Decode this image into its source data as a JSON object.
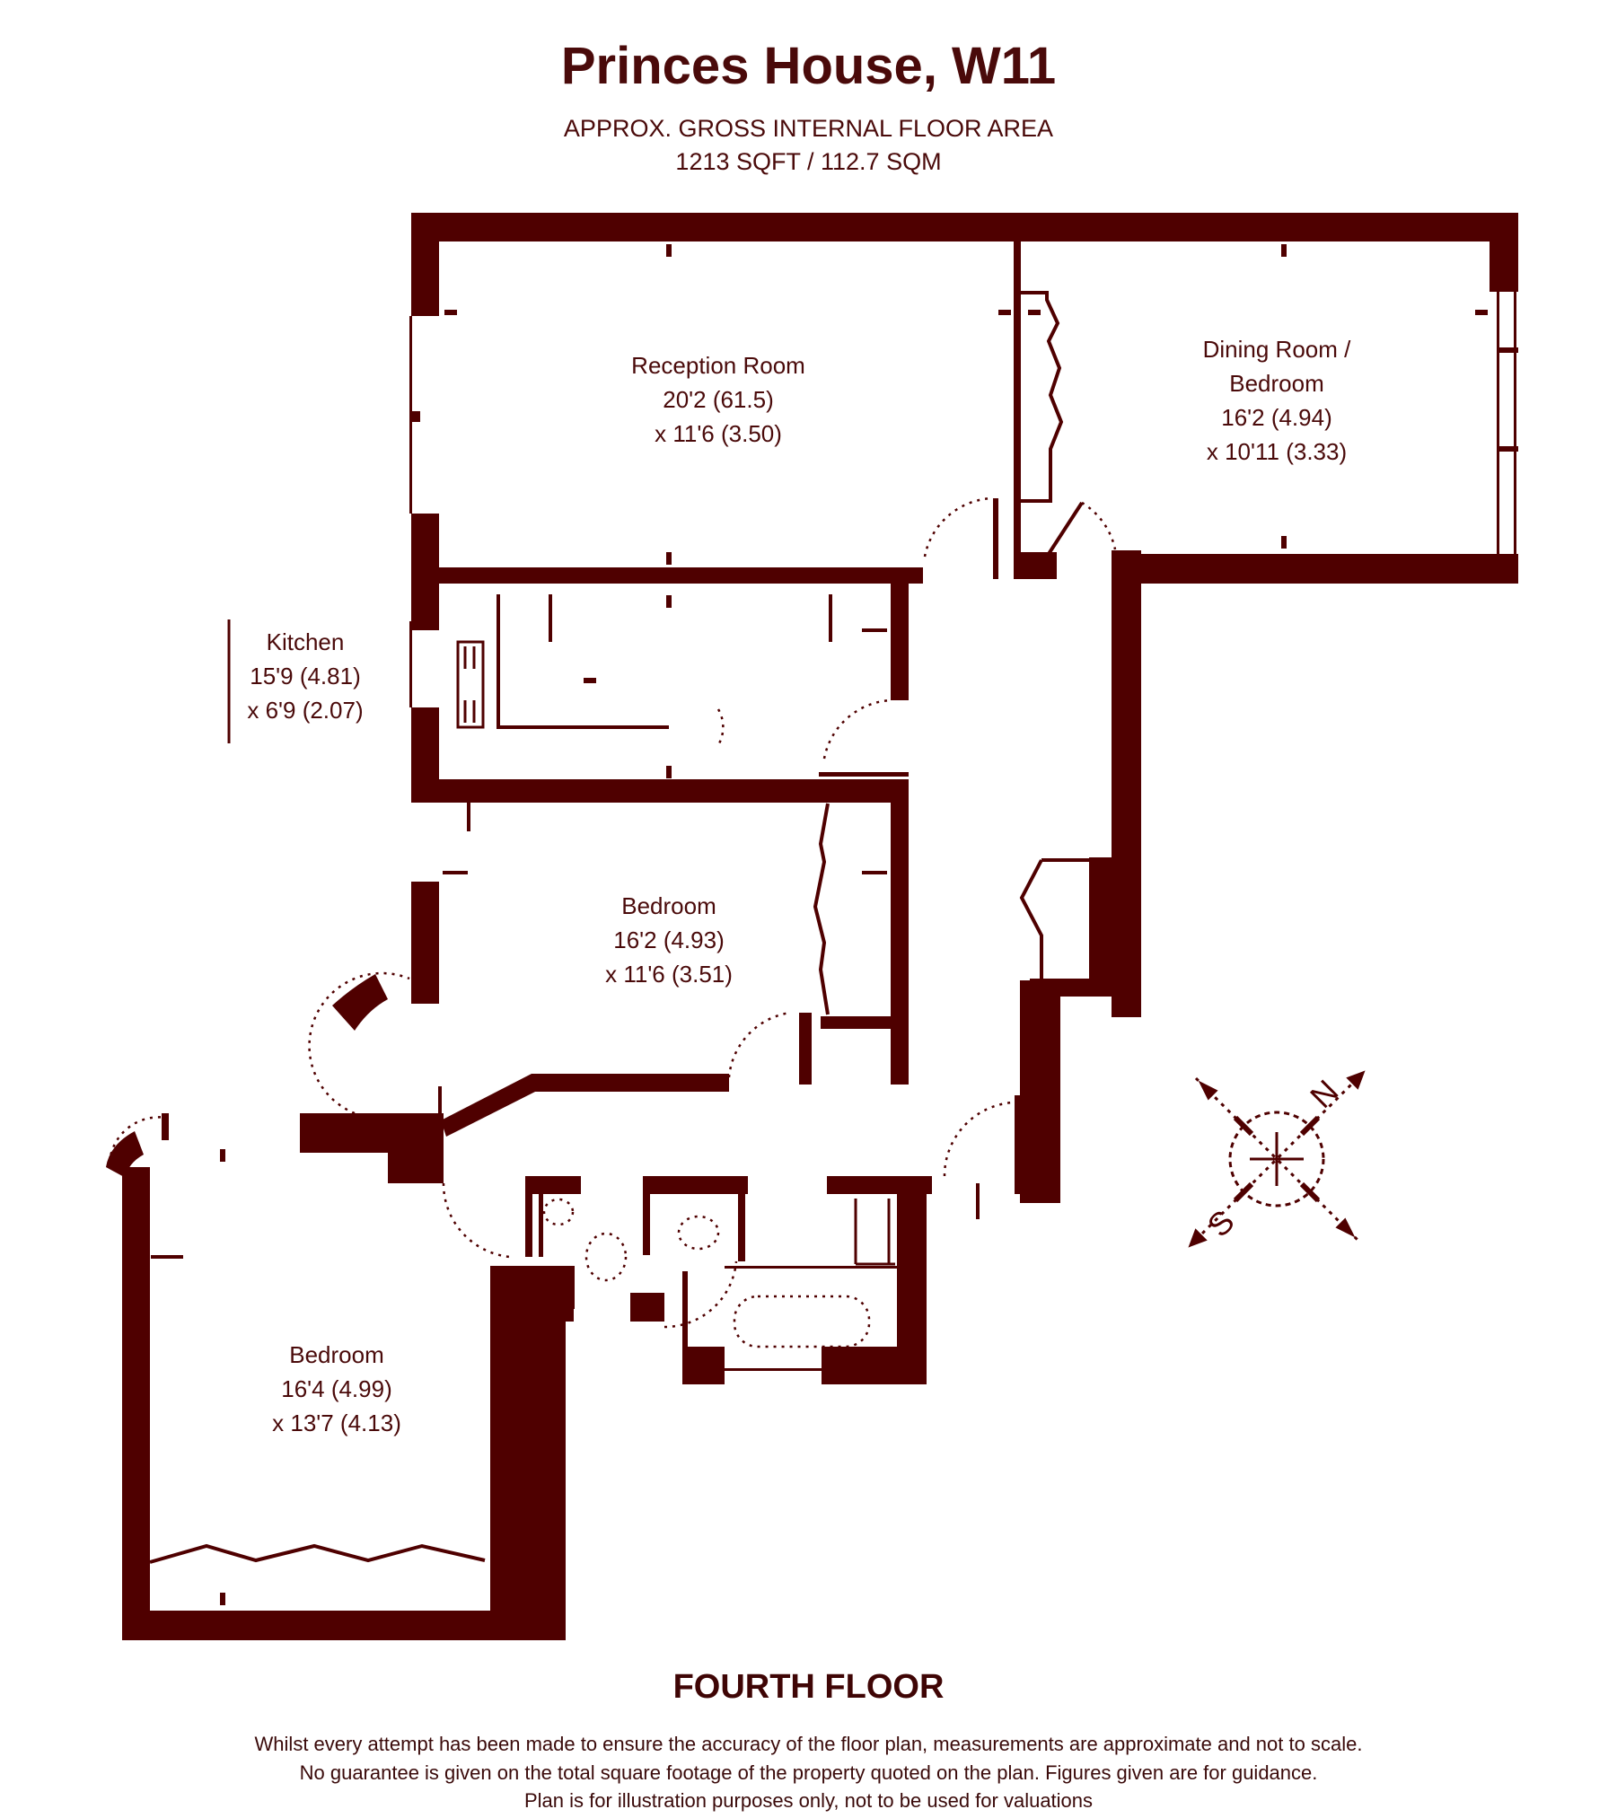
{
  "header": {
    "title": "Princes House, W11",
    "area_label": "APPROX. GROSS INTERNAL FLOOR AREA",
    "area_value": "1213 SQFT / 112.7 SQM"
  },
  "rooms": [
    {
      "name": "Reception Room",
      "dim1": "20'2 (61.5)",
      "dim2": "x 11'6 (3.50)"
    },
    {
      "name": "Dining Room /",
      "name2": "Bedroom",
      "dim1": "16'2 (4.94)",
      "dim2": "x 10'11 (3.33)"
    },
    {
      "name": "Kitchen",
      "dim1": "15'9 (4.81)",
      "dim2": "x 6'9 (2.07)"
    },
    {
      "name": "Bedroom",
      "dim1": "16'2 (4.93)",
      "dim2": "x 11'6 (3.51)"
    },
    {
      "name": "Bedroom",
      "dim1": "16'4 (4.99)",
      "dim2": "x 13'7 (4.13)"
    }
  ],
  "compass": {
    "north": "N",
    "south": "S",
    "icon": "compass-rose-icon"
  },
  "floor_label": "FOURTH FLOOR",
  "disclaimer": [
    "Whilst every attempt has been made to ensure the accuracy of the floor plan, measurements are approximate and not to scale.",
    "No guarantee is given on the total square footage of the property quoted on the plan. Figures given are for guidance.",
    "Plan is for illustration purposes only, not to be used for valuations"
  ],
  "colors": {
    "wall": "#4f0000",
    "text": "#4a0a0a",
    "background": "#ffffff"
  }
}
